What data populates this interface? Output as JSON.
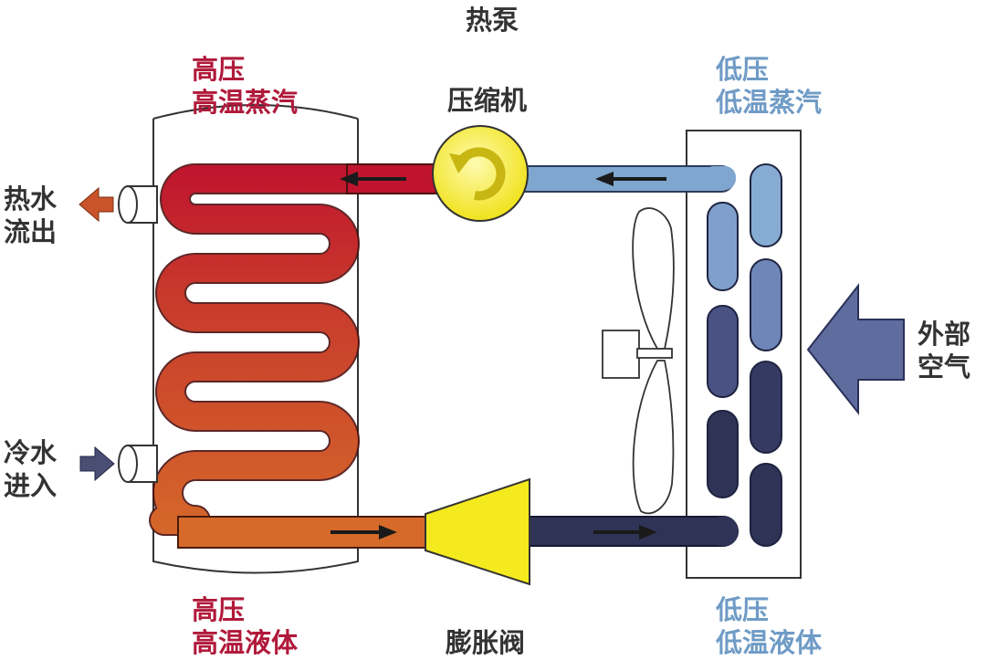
{
  "title": "热泵",
  "compressor": {
    "label": "压缩机"
  },
  "expansion_valve": {
    "label": "膨胀阀"
  },
  "hot_side_top": {
    "line1": "高压",
    "line2": "高温蒸汽"
  },
  "hot_side_bottom": {
    "line1": "高压",
    "line2": "高温液体"
  },
  "cold_side_top": {
    "line1": "低压",
    "line2": "低温蒸汽"
  },
  "cold_side_bottom": {
    "line1": "低压",
    "line2": "低温液体"
  },
  "hot_water_out": {
    "line1": "热水",
    "line2": "流出"
  },
  "cold_water_in": {
    "line1": "冷水",
    "line2": "进入"
  },
  "outside_air": {
    "line1": "外部",
    "line2": "空气"
  },
  "colors": {
    "hot_pipe_top": "#c0142e",
    "hot_pipe_bottom": "#d3622a",
    "cold_vapor_pipe": "#7ea6cf",
    "cold_liquid_pipe": "#2f3356",
    "compressor_fill": "#f5ea2a",
    "valve_fill": "#f5ea1e",
    "air_arrow": "#5f6c9e",
    "hot_water_arrow": "#c9532a",
    "cold_water_arrow": "#4a4e72"
  }
}
